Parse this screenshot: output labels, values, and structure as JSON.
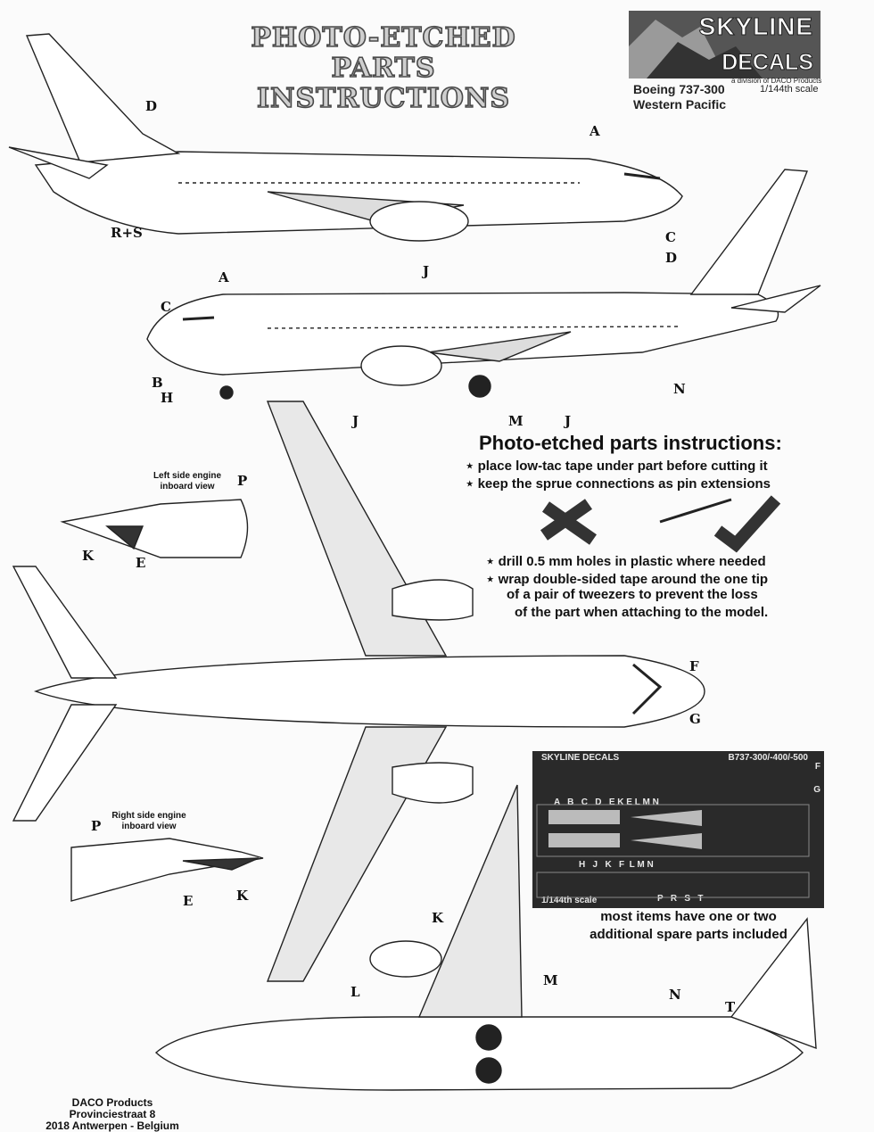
{
  "header": {
    "title_line1": "PHOTO-ETCHED PARTS",
    "title_line2": "INSTRUCTIONS"
  },
  "brand": {
    "logo_top": "SKYLINE",
    "logo_bottom": "DECALS",
    "subtitle": "a division of DACO Products",
    "model_line1": "Boeing 737-300",
    "model_line2": "Western Pacific",
    "scale": "1/144th scale"
  },
  "labels": {
    "A": "A",
    "B": "B",
    "C": "C",
    "D": "D",
    "E": "E",
    "F": "F",
    "G": "G",
    "H": "H",
    "J": "J",
    "K": "K",
    "L": "L",
    "M": "M",
    "N": "N",
    "P": "P",
    "T": "T",
    "RS": "R+S"
  },
  "engine_views": {
    "left": "Left side engine\ninboard view",
    "right": "Right side engine\ninboard view"
  },
  "instructions": {
    "heading": "Photo-etched parts instructions:",
    "items": [
      "place low-tac tape under part before cutting it",
      "keep the sprue connections as pin extensions",
      "drill 0.5 mm holes in plastic where needed",
      "wrap double-sided tape around the one tip",
      "of a pair of tweezers to prevent the loss",
      "of the part when attaching to the model."
    ]
  },
  "fret": {
    "brand": "SKYLINE DECALS",
    "model": "B737-300/-400/-500",
    "row1": "A   B   C   D   E K E L M N",
    "row2": "H   J   K   F  L M N",
    "row3": "P   R   S   T",
    "scale": "1/144th scale",
    "F": "F",
    "G": "G"
  },
  "spare_note": {
    "line1": "most items have one or two",
    "line2": "additional spare parts included"
  },
  "address": {
    "line1": "DACO Products",
    "line2": "Provinciestraat 8",
    "line3": "2018 Antwerpen - Belgium"
  }
}
